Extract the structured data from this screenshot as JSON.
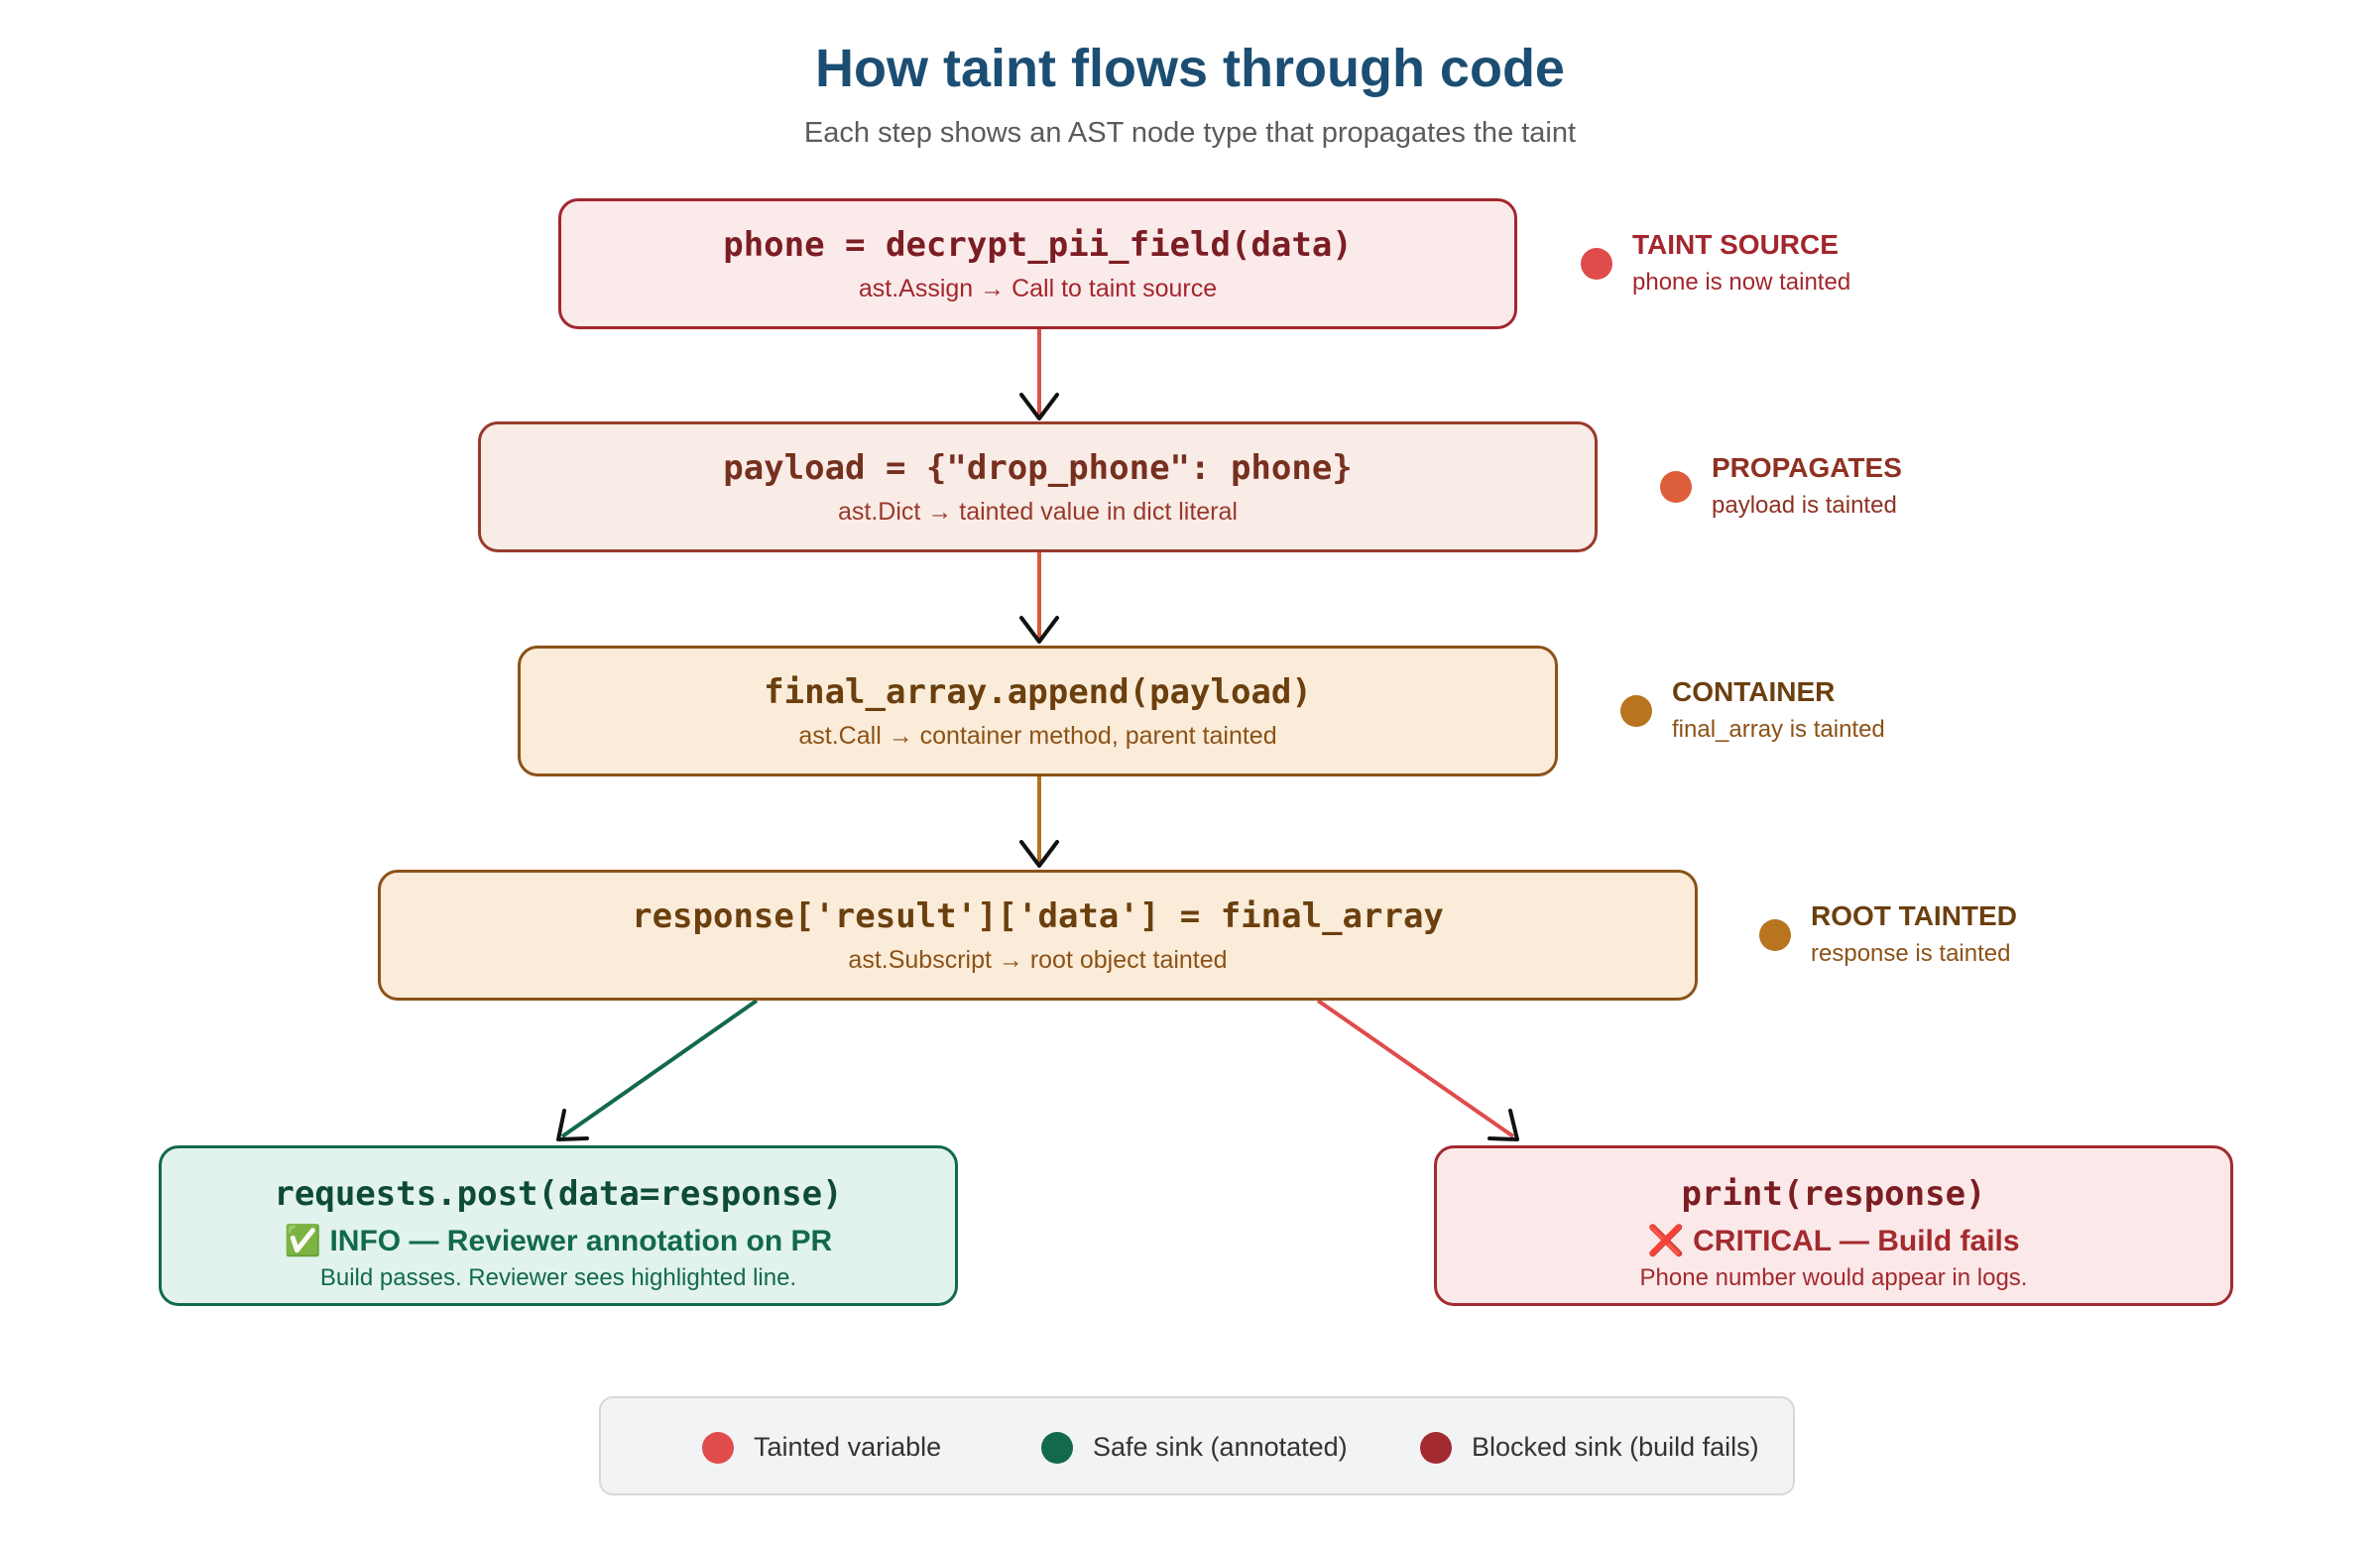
{
  "header": {
    "title": "How taint flows through code",
    "subtitle": "Each step shows an AST node type that propagates the taint"
  },
  "steps": [
    {
      "code": "phone = decrypt_pii_field(data)",
      "ast": "ast.Assign → Call to taint source",
      "tag": "TAINT SOURCE",
      "tag_note": "phone is now tainted",
      "color": "#e04b4b"
    },
    {
      "code": "payload = {\"drop_phone\": phone}",
      "ast": "ast.Dict → tainted value in dict literal",
      "tag": "PROPAGATES",
      "tag_note": "payload is tainted",
      "color": "#dd5e3a"
    },
    {
      "code": "final_array.append(payload)",
      "ast": "ast.Call → container method, parent tainted",
      "tag": "CONTAINER",
      "tag_note": "final_array is tainted",
      "color": "#b8741f"
    },
    {
      "code": "response['result']['data'] = final_array",
      "ast": "ast.Subscript → root object tainted",
      "tag": "ROOT TAINTED",
      "tag_note": "response is tainted",
      "color": "#b8741f"
    }
  ],
  "sinks": {
    "safe": {
      "code": "requests.post(data=response)",
      "severity": "✅ INFO — Reviewer annotation on PR",
      "note": "Build passes. Reviewer sees highlighted line.",
      "color": "#12694e"
    },
    "blocked": {
      "code": "print(response)",
      "severity": "❌ CRITICAL — Build fails",
      "note": "Phone number would appear in logs.",
      "color": "#a32a2f"
    }
  },
  "legend": [
    {
      "label": "Tainted variable",
      "color": "#e04b4b"
    },
    {
      "label": "Safe sink (annotated)",
      "color": "#12694e"
    },
    {
      "label": "Blocked sink (build fails)",
      "color": "#a32a2f"
    }
  ]
}
